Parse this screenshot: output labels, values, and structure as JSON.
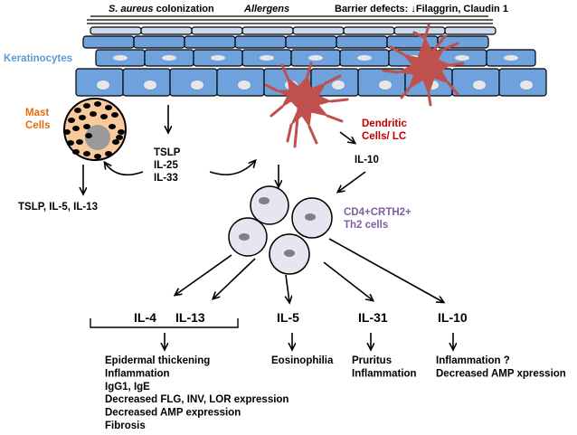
{
  "header": {
    "pathogen_italic": "S. aureus",
    "pathogen_rest": " colonization",
    "allergens": "Allergens",
    "barrier_prefix": "Barrier defects: ",
    "barrier_arrow": "↓",
    "barrier_genes": "Filaggrin, Claudin 1"
  },
  "cell_labels": {
    "keratinocytes": "Keratinocytes",
    "mast_line1": "Mast",
    "mast_line2": "Cells",
    "dendritic_line1": "Dendritic",
    "dendritic_line2": "Cells/ LC",
    "th2_line1": "CD4+CRTH2+",
    "th2_line2": "Th2 cells"
  },
  "mediators": {
    "tslp": "TSLP",
    "il25": "IL-25",
    "il33": "IL-33",
    "dc_il10": "IL-10",
    "mast_output": "TSLP, IL-5, IL-13"
  },
  "cytokines": {
    "il4": "IL-4",
    "il13": "IL-13",
    "il5": "IL-5",
    "il31": "IL-31",
    "il10": "IL-10"
  },
  "effects": {
    "il4_il13": [
      "Epidermal thickening",
      "Inflammation",
      "IgG1, IgE",
      "Decreased FLG, INV, LOR expression",
      "Decreased AMP expression",
      "Fibrosis"
    ],
    "il5": [
      "Eosinophilia"
    ],
    "il31": [
      "Pruritus",
      "Inflammation"
    ],
    "il10": [
      "Inflammation ?",
      "Decreased AMP xpression"
    ]
  },
  "colors": {
    "keratinocyte_fill": "#6fa1dc",
    "keratinocyte_top": "#c9daf1",
    "nucleus": "#e6e6e6",
    "keratinocyte_label": "#5b9bd5",
    "mast_label": "#e46c0a",
    "mast_fill": "#f9c99e",
    "dendritic": "#c0504d",
    "dendritic_label": "#c00000",
    "th2_label": "#7f5fa1",
    "th2_fill": "#e8e4f0",
    "th2_nucleus": "#808080",
    "text": "#000000"
  }
}
